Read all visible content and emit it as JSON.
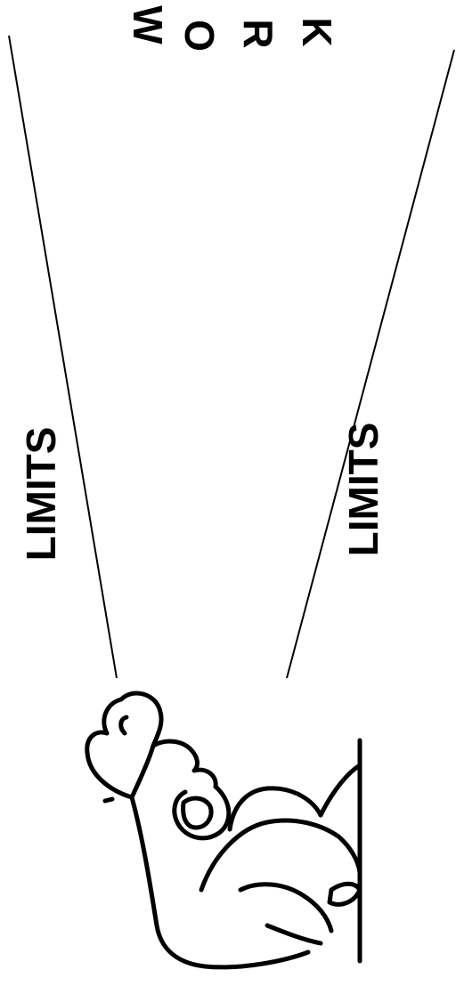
{
  "labels": {
    "top": [
      "W",
      "O",
      "R",
      "K"
    ],
    "left_limit": "LIMITS",
    "right_limit": "LIMITS"
  },
  "colors": {
    "ink": "#000000",
    "paper": "#ffffff"
  },
  "figure": {
    "icon": "seated-person-icon"
  }
}
